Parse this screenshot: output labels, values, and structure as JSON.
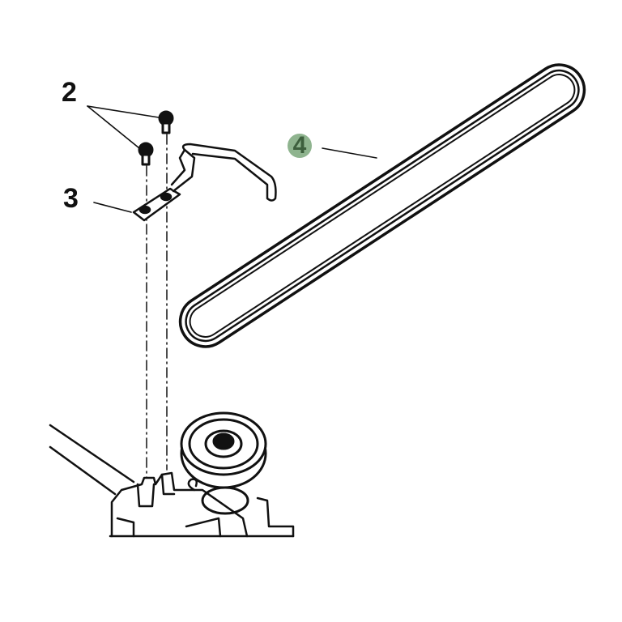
{
  "diagram": {
    "callouts": [
      {
        "id": "2",
        "label": "2",
        "highlighted": false
      },
      {
        "id": "3",
        "label": "3",
        "highlighted": false
      },
      {
        "id": "4",
        "label": "4",
        "highlighted": true
      }
    ],
    "colors": {
      "line": "#111111",
      "highlight": "#8fb48f",
      "highlight_text": "#3d5f3d"
    }
  }
}
